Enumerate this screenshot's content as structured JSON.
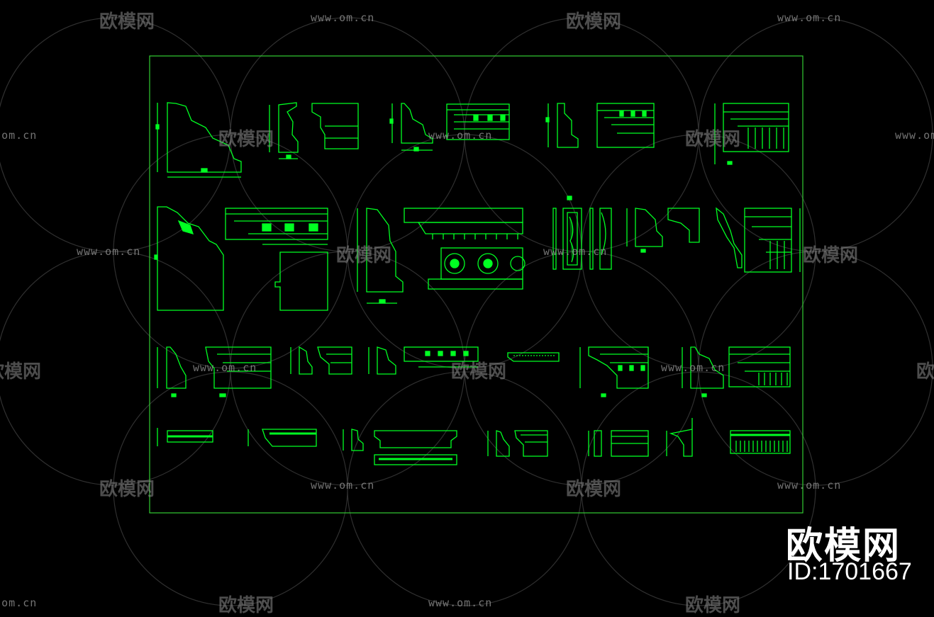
{
  "watermark": {
    "url": "www.om.cn",
    "brand": "欧模网"
  },
  "corner_badge": {
    "brand": "欧模网",
    "id": "ID:1701667"
  },
  "colors": {
    "background": "#000000",
    "frame": "#33cc33",
    "linework": "#00ff22",
    "watermark": "#9a9a9a",
    "badge": "#ffffff"
  },
  "drawing": {
    "subject": "cornice-moulding-profiles",
    "rows": 4
  }
}
